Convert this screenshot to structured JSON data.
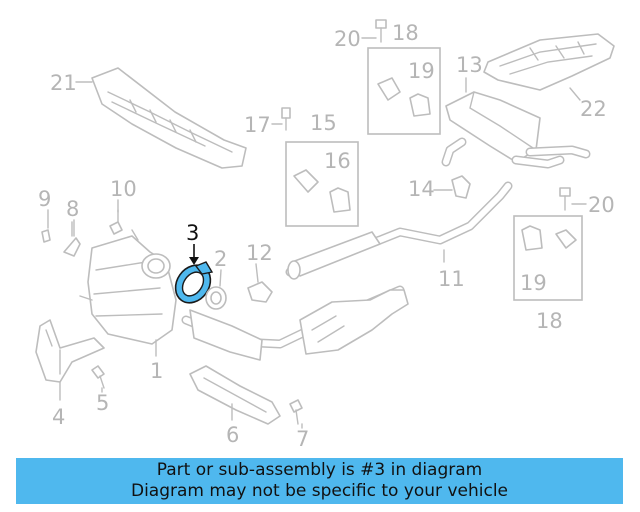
{
  "diagram": {
    "highlight_color": "#4fb8ee",
    "callouts": [
      "1",
      "2",
      "3",
      "4",
      "5",
      "6",
      "7",
      "8",
      "9",
      "10",
      "11",
      "12",
      "13",
      "14",
      "15",
      "16",
      "17",
      "18",
      "19",
      "20",
      "21",
      "22"
    ],
    "highlighted_callout": "3"
  },
  "banner": {
    "line1": "Part or sub-assembly is #3 in diagram",
    "line2": "Diagram may not be specific to your vehicle"
  }
}
